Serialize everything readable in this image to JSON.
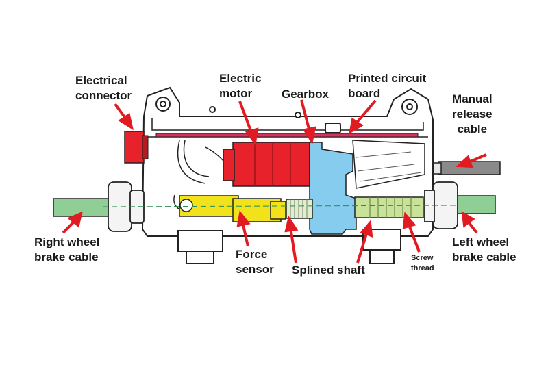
{
  "labels": {
    "electrical_connector": [
      "Electrical",
      "connector"
    ],
    "electric_motor": [
      "Electric",
      "motor"
    ],
    "gearbox": [
      "Gearbox"
    ],
    "printed_circuit_board": [
      "Printed circuit",
      "board"
    ],
    "manual_release_cable": [
      "Manual",
      "release",
      "cable"
    ],
    "right_wheel_brake_cable": [
      "Right wheel",
      "brake cable"
    ],
    "force_sensor": [
      "Force",
      "sensor"
    ],
    "splined_shaft": [
      "Splined shaft"
    ],
    "screw_thread": [
      "Screw",
      "thread"
    ],
    "left_wheel_brake_cable": [
      "Left wheel",
      "brake cable"
    ]
  },
  "colors": {
    "arrow": "#e11b22",
    "motor": "#e8222a",
    "gearbox": "#86ccef",
    "force_sensor": "#f2e21c",
    "screw_thread": "#c8e29a",
    "brake_cable": "#8fcf96",
    "pcb": "#d7315b",
    "outline": "#222222"
  }
}
